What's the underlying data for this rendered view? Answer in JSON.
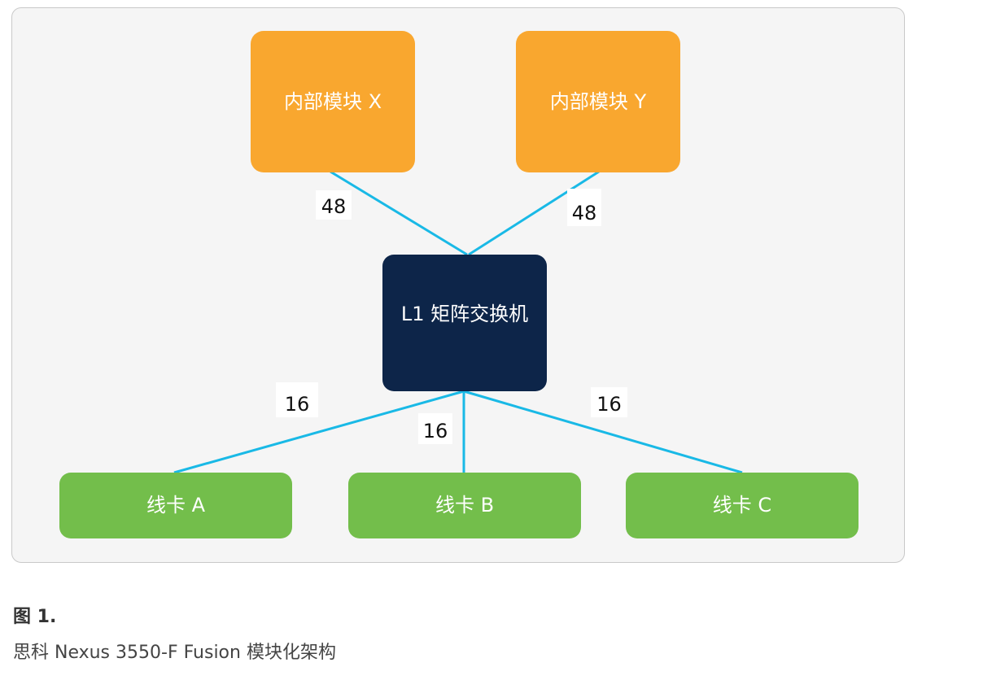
{
  "diagram": {
    "nodes": {
      "module_x": {
        "label": "内部模块 X",
        "color": "#F9A72F"
      },
      "module_y": {
        "label": "内部模块 Y",
        "color": "#F9A72F"
      },
      "switch": {
        "label": "L1 矩阵交换机",
        "color": "#0D2549"
      },
      "card_a": {
        "label": "线卡 A",
        "color": "#73BE4B"
      },
      "card_b": {
        "label": "线卡 B",
        "color": "#73BE4B"
      },
      "card_c": {
        "label": "线卡 C",
        "color": "#73BE4B"
      }
    },
    "edges": [
      {
        "from": "module_x",
        "to": "switch",
        "label": "48"
      },
      {
        "from": "module_y",
        "to": "switch",
        "label": "48"
      },
      {
        "from": "switch",
        "to": "card_a",
        "label": "16"
      },
      {
        "from": "switch",
        "to": "card_b",
        "label": "16"
      },
      {
        "from": "switch",
        "to": "card_c",
        "label": "16"
      }
    ],
    "link_color": "#19B9E6",
    "panel_color": "#F5F5F5"
  },
  "caption": {
    "figure_number": "图 1.",
    "text": "思科 Nexus 3550-F Fusion 模块化架构"
  }
}
